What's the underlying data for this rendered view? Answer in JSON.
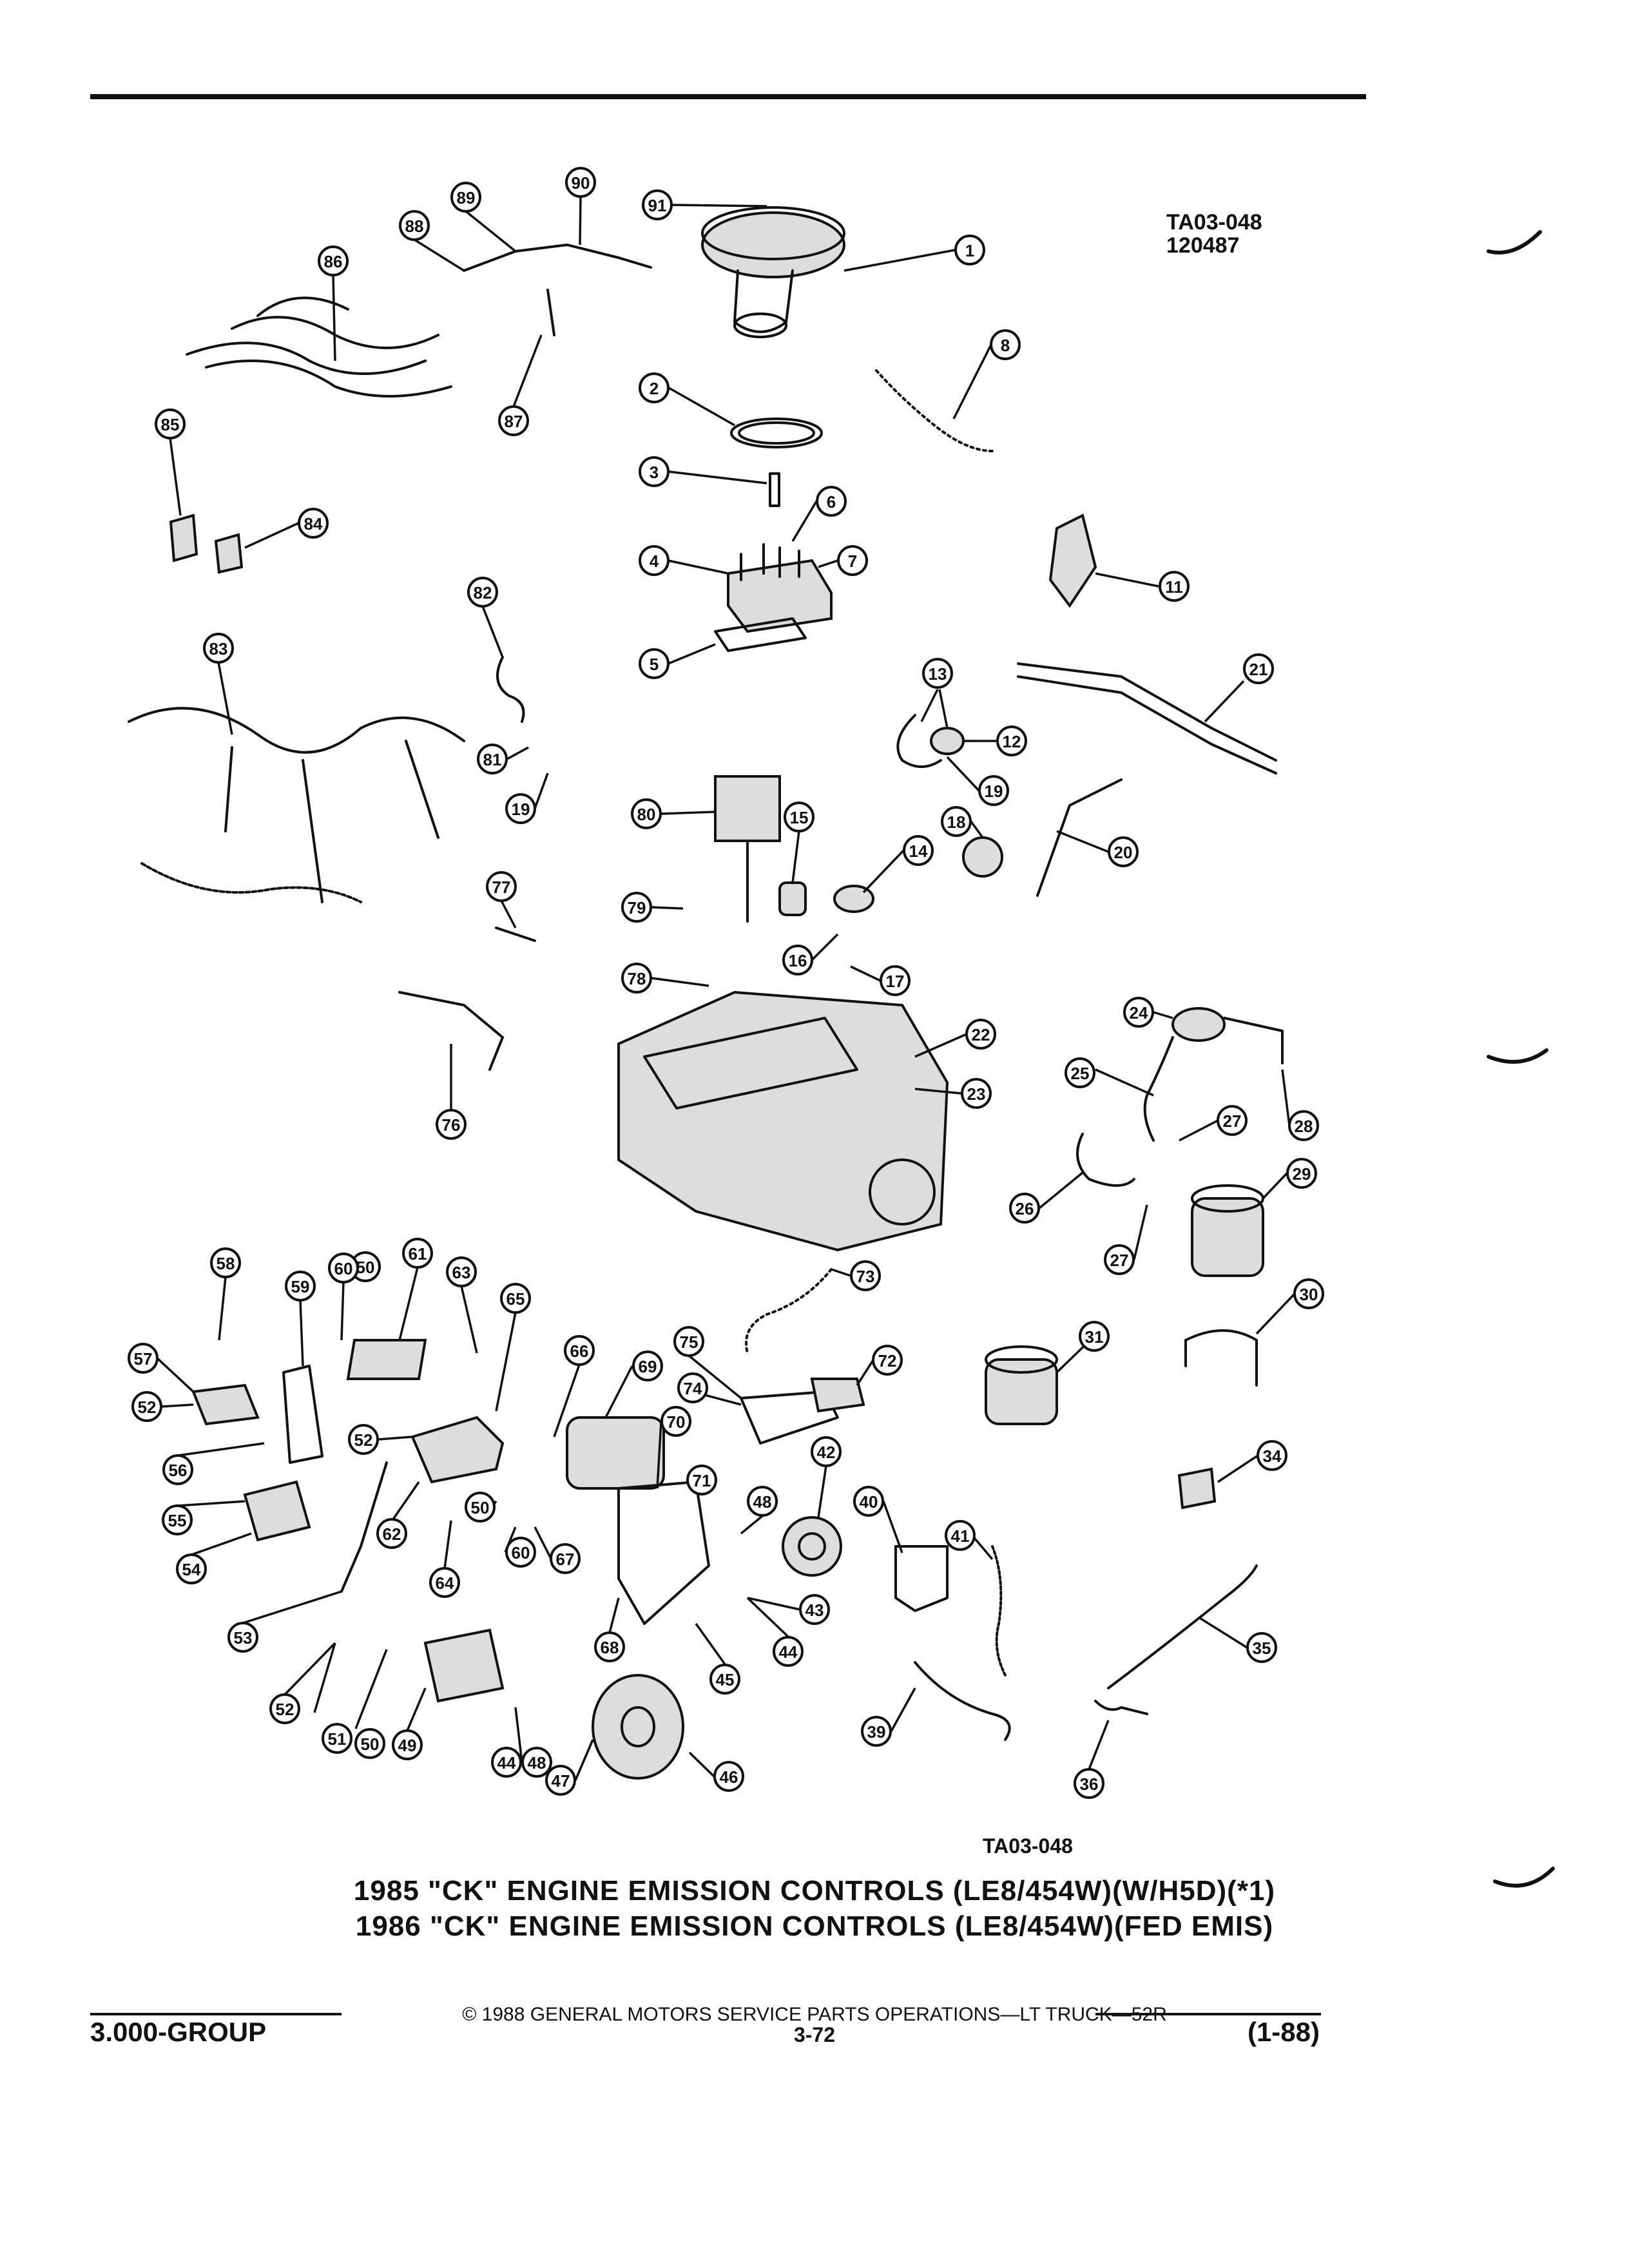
{
  "header": {
    "ref_code": "TA03-048",
    "ref_date": "120487"
  },
  "figure_code": "TA03-048",
  "callouts": [
    {
      "n": "1"
    },
    {
      "n": "2"
    },
    {
      "n": "3"
    },
    {
      "n": "4"
    },
    {
      "n": "5"
    },
    {
      "n": "6"
    },
    {
      "n": "7"
    },
    {
      "n": "8"
    },
    {
      "n": "11"
    },
    {
      "n": "12"
    },
    {
      "n": "13"
    },
    {
      "n": "14"
    },
    {
      "n": "15"
    },
    {
      "n": "16"
    },
    {
      "n": "17"
    },
    {
      "n": "18"
    },
    {
      "n": "19"
    },
    {
      "n": "19"
    },
    {
      "n": "20"
    },
    {
      "n": "21"
    },
    {
      "n": "22"
    },
    {
      "n": "23"
    },
    {
      "n": "24"
    },
    {
      "n": "25"
    },
    {
      "n": "26"
    },
    {
      "n": "27"
    },
    {
      "n": "27"
    },
    {
      "n": "28"
    },
    {
      "n": "29"
    },
    {
      "n": "30"
    },
    {
      "n": "31"
    },
    {
      "n": "34"
    },
    {
      "n": "35"
    },
    {
      "n": "36"
    },
    {
      "n": "39"
    },
    {
      "n": "40"
    },
    {
      "n": "41"
    },
    {
      "n": "42"
    },
    {
      "n": "43"
    },
    {
      "n": "44"
    },
    {
      "n": "44"
    },
    {
      "n": "45"
    },
    {
      "n": "46"
    },
    {
      "n": "47"
    },
    {
      "n": "48"
    },
    {
      "n": "48"
    },
    {
      "n": "49"
    },
    {
      "n": "50"
    },
    {
      "n": "50"
    },
    {
      "n": "50"
    },
    {
      "n": "51"
    },
    {
      "n": "52"
    },
    {
      "n": "52"
    },
    {
      "n": "52"
    },
    {
      "n": "53"
    },
    {
      "n": "54"
    },
    {
      "n": "55"
    },
    {
      "n": "56"
    },
    {
      "n": "57"
    },
    {
      "n": "58"
    },
    {
      "n": "59"
    },
    {
      "n": "60"
    },
    {
      "n": "60"
    },
    {
      "n": "61"
    },
    {
      "n": "62"
    },
    {
      "n": "63"
    },
    {
      "n": "64"
    },
    {
      "n": "65"
    },
    {
      "n": "66"
    },
    {
      "n": "67"
    },
    {
      "n": "68"
    },
    {
      "n": "69"
    },
    {
      "n": "70"
    },
    {
      "n": "71"
    },
    {
      "n": "72"
    },
    {
      "n": "73"
    },
    {
      "n": "74"
    },
    {
      "n": "75"
    },
    {
      "n": "76"
    },
    {
      "n": "77"
    },
    {
      "n": "78"
    },
    {
      "n": "79"
    },
    {
      "n": "80"
    },
    {
      "n": "81"
    },
    {
      "n": "82"
    },
    {
      "n": "83"
    },
    {
      "n": "84"
    },
    {
      "n": "85"
    },
    {
      "n": "86"
    },
    {
      "n": "87"
    },
    {
      "n": "88"
    },
    {
      "n": "89"
    },
    {
      "n": "90"
    },
    {
      "n": "91"
    }
  ],
  "caption": {
    "line1": "1985 \"CK\" ENGINE EMISSION CONTROLS (LE8/454W)(W/H5D)(*1)",
    "line2": "1986 \"CK\" ENGINE EMISSION CONTROLS (LE8/454W)(FED EMIS)"
  },
  "footer": {
    "copyright": "© 1988 GENERAL MOTORS SERVICE PARTS OPERATIONS—LT TRUCK—52R",
    "group": "3.000-GROUP",
    "page": "3-72",
    "revision": "(1-88)"
  }
}
